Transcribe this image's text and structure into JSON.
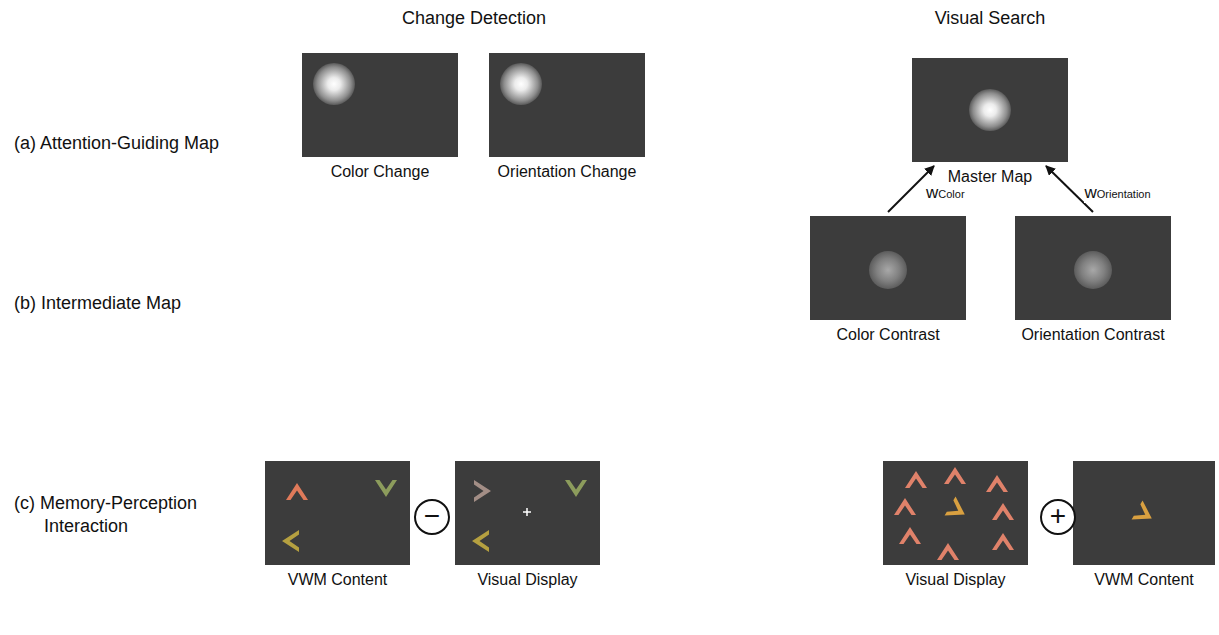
{
  "diagram": {
    "nodes": [
      {
        "text": [
          "Color Change"
        ]
      },
      {
        "text": [
          "Orientation Change"
        ]
      },
      {
        "text": [
          "Master Map"
        ]
      },
      {
        "text": [
          "Color Contrast"
        ]
      },
      {
        "text": [
          "Orientation Contrast"
        ]
      },
      {
        "text": [
          "VWM Content"
        ]
      },
      {
        "text": [
          "−"
        ]
      },
      {
        "text": [
          "Visual Display"
        ]
      },
      {
        "text": [
          "Visual Display"
        ]
      },
      {
        "text": [
          "+"
        ]
      },
      {
        "text": [
          "VWM Content"
        ]
      }
    ],
    "edges": [
      {
        "from": 3,
        "to": 2,
        "label": "wColor",
        "arrow": "to"
      },
      {
        "from": 4,
        "to": 2,
        "label": "wOrientation",
        "arrow": "to"
      }
    ],
    "labels": [
      "Change Detection",
      "Visual Search",
      "(a) Attention-Guiding Map",
      "(b) Intermediate Map",
      "(c) Memory-Perception Interaction"
    ]
  }
}
